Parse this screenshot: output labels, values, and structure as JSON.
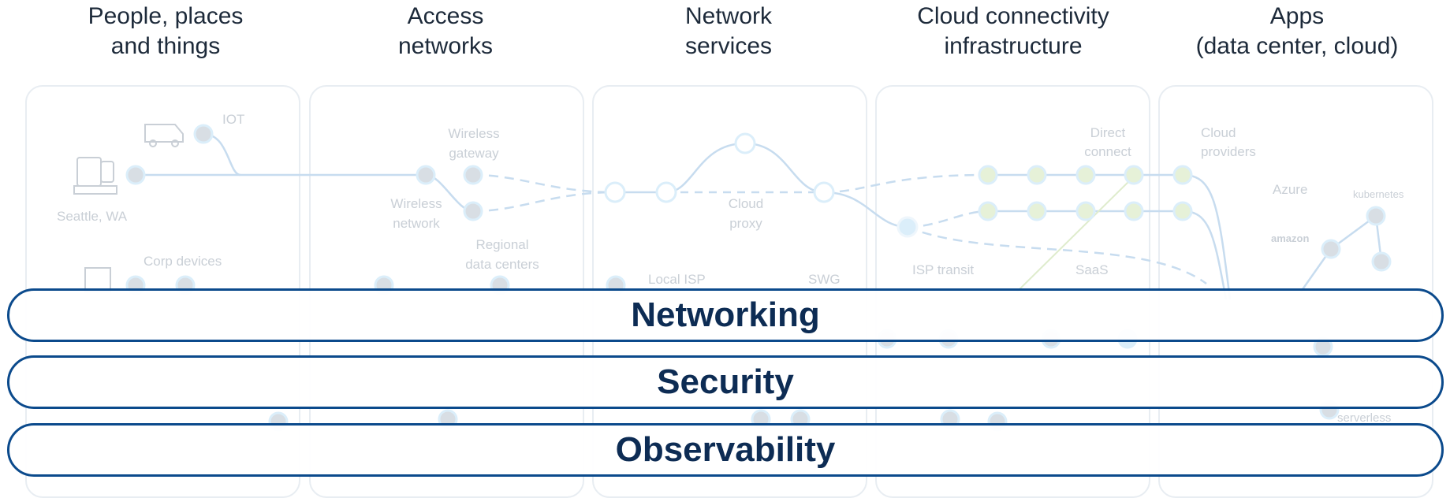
{
  "columns": [
    {
      "title": "People, places\nand things"
    },
    {
      "title": "Access\nnetworks"
    },
    {
      "title": "Network\nservices"
    },
    {
      "title": "Cloud connectivity\ninfrastructure"
    },
    {
      "title": "Apps\n(data center, cloud)"
    }
  ],
  "diagram_labels": {
    "iot": "IOT",
    "seattle": "Seattle, WA",
    "corp_devices": "Corp devices",
    "wireless_gateway": "Wireless\ngateway",
    "wireless_network": "Wireless\nnetwork",
    "regional_dc": "Regional\ndata centers",
    "cloud_proxy": "Cloud\nproxy",
    "local_isp": "Local ISP",
    "swg": "SWG",
    "direct_connect": "Direct\nconnect",
    "isp_transit": "ISP transit",
    "saas": "SaaS",
    "cloud_providers": "Cloud\nproviders",
    "azure": "Azure",
    "kubernetes": "kubernetes",
    "amazon": "amazon",
    "serverless": "serverless"
  },
  "bands": [
    {
      "label": "Networking"
    },
    {
      "label": "Security"
    },
    {
      "label": "Observability"
    }
  ],
  "colors": {
    "band_border": "#0b4a8c",
    "band_text": "#0d2c54",
    "line": "#c7dcef",
    "node_blue": "#dbeefa",
    "node_green": "#e6f1d8",
    "node_gray": "#c9cfd6"
  }
}
